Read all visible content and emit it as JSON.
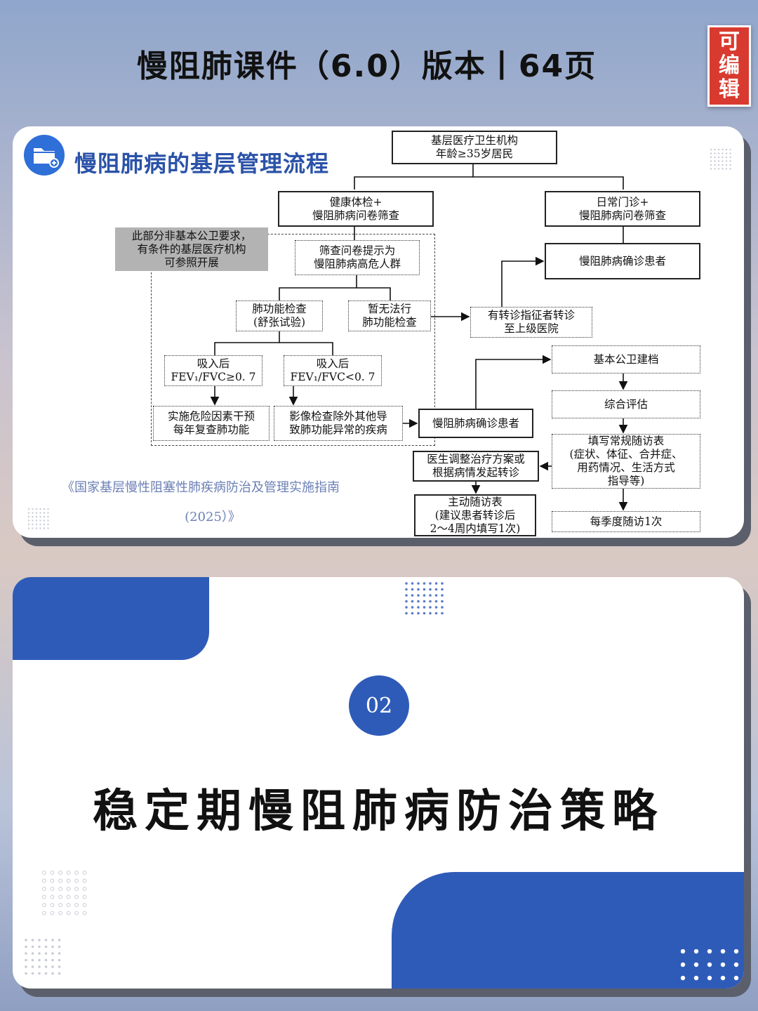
{
  "header": {
    "title": "慢阻肺课件（6.0）版本丨64页",
    "badge": [
      "可",
      "编",
      "辑"
    ]
  },
  "slide1": {
    "icon": "folder-icon",
    "title": "慢阻肺病的基层管理流程",
    "citation_line1": "《国家基层慢性阻塞性肺疾病防治及管理实施指南",
    "citation_line2": "(2025）》",
    "gray_note": "此部分非基本公卫要求，\n有条件的基层医疗机构\n可参照开展",
    "nodes": {
      "root": "基层医疗卫生机构\n年龄≥35岁居民",
      "left_screen": "健康体检+\n慢阻肺病问卷筛查",
      "right_screen": "日常门诊+\n慢阻肺病问卷筛查",
      "high_risk": "筛查问卷提示为\n慢阻肺病高危人群",
      "confirmed_right": "慢阻肺病确诊患者",
      "pft": "肺功能检查\n(舒张试验)",
      "no_pft": "暂无法行\n肺功能检查",
      "referral": "有转诊指征者转诊\n至上级医院",
      "fev_ge": "吸入后\nFEV₁/FVC≥0. 7",
      "fev_lt": "吸入后\nFEV₁/FVC<0. 7",
      "phc_file": "基本公卫建档",
      "intervene": "实施危险因素干预\n每年复查肺功能",
      "imaging": "影像检查除外其他导\n致肺功能异常的疾病",
      "confirmed_mid": "慢阻肺病确诊患者",
      "assess": "综合评估",
      "followup_form": "填写常规随访表\n(症状、体征、合并症、\n用药情况、生活方式\n指导等)",
      "doctor_adjust": "医生调整治疗方案或\n根据病情发起转诊",
      "active_followup": "主动随访表\n(建议患者转诊后\n2～4周内填写1次)",
      "quarterly": "每季度随访1次"
    }
  },
  "slide2": {
    "number": "02",
    "title": "稳定期慢阻肺病防治策略"
  }
}
